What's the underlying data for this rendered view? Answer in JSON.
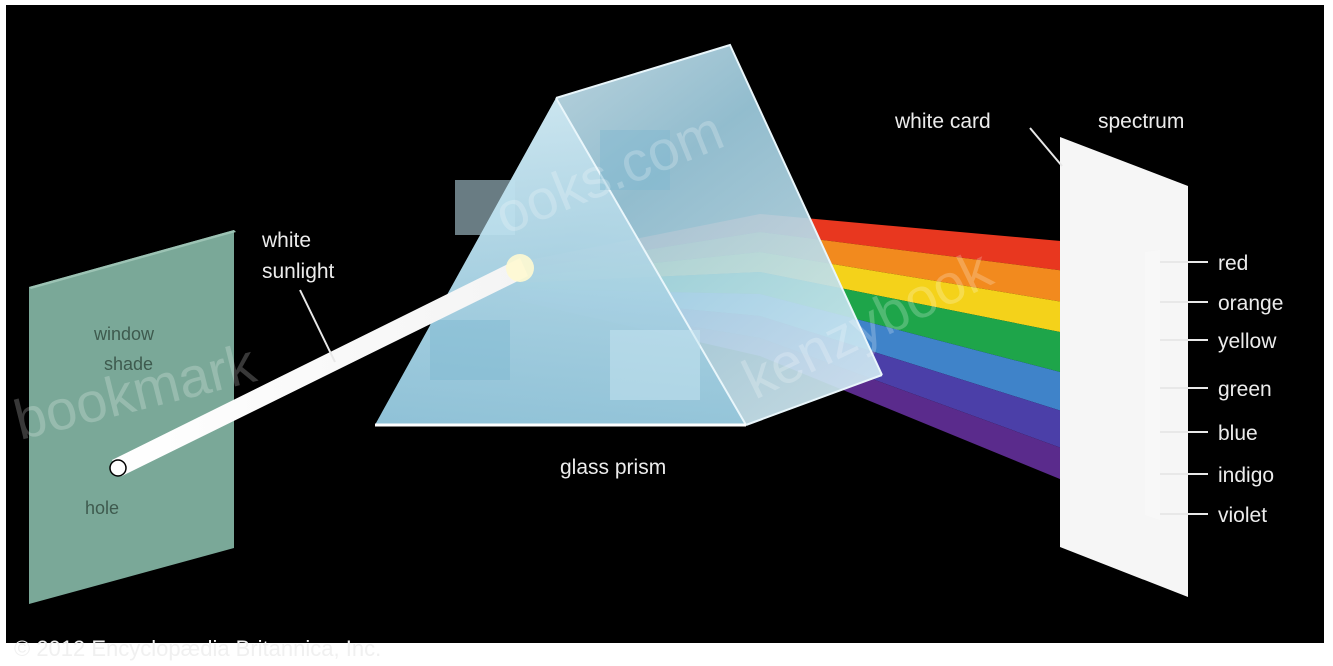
{
  "labels": {
    "white_sunlight": [
      "white",
      "sunlight"
    ],
    "window_shade": [
      "window",
      "shade"
    ],
    "hole": "hole",
    "glass_prism": "glass prism",
    "white_card": "white card",
    "spectrum": "spectrum"
  },
  "spectrum_colors": [
    {
      "name": "red",
      "color": "#e8371f"
    },
    {
      "name": "orange",
      "color": "#f28a1e"
    },
    {
      "name": "yellow",
      "color": "#f4d21a"
    },
    {
      "name": "green",
      "color": "#1ea54a"
    },
    {
      "name": "blue",
      "color": "#3f83c9"
    },
    {
      "name": "indigo",
      "color": "#4b3fa8"
    },
    {
      "name": "violet",
      "color": "#5a2b8c"
    }
  ],
  "credit": "© 2012 Encyclopædia Britannica, Inc.",
  "watermarks": [
    "bookmark",
    "ooks.com",
    "kenzybook"
  ],
  "colors": {
    "background": "#000000",
    "frame": "#ffffff",
    "shade_panel": "#7aa898",
    "card": "#f6f6f6",
    "prism": "#a9d3e4"
  }
}
